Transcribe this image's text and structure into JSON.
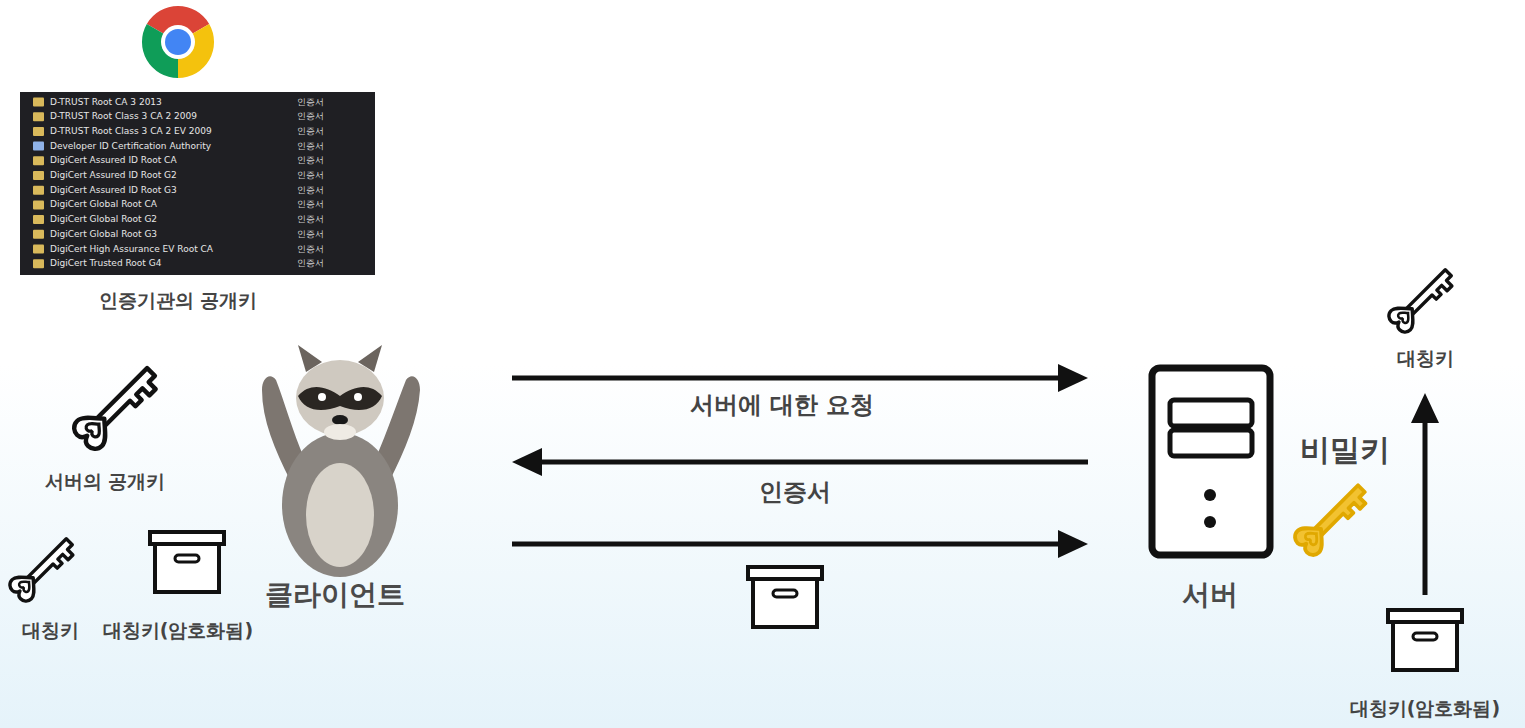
{
  "diagram": {
    "nodes": [
      {
        "text": [
          "클라이언트"
        ]
      },
      {
        "text": [
          "서버"
        ]
      }
    ],
    "edges": [
      {
        "from": 0,
        "to": 1,
        "arrow": "to",
        "label": "서버에 대한 요청"
      },
      {
        "from": 1,
        "to": 0,
        "arrow": "to",
        "label": "인증서"
      },
      {
        "from": 0,
        "to": 1,
        "arrow": "to"
      }
    ],
    "labels": [
      "D-TRUST Root CA 3 2013",
      "인증서",
      "D-TRUST Root Class 3 CA 2 2009",
      "인증서",
      "D-TRUST Root Class 3 CA 2 EV 2009",
      "인증서",
      "Developer ID Certification Authority",
      "인증서",
      "DigiCert Assured ID Root CA",
      "인증서",
      "DigiCert Assured ID Root G2",
      "인증서",
      "DigiCert Assured ID Root G3",
      "인증서",
      "DigiCert Global Root CA",
      "인증서",
      "DigiCert Global Root G2",
      "인증서",
      "DigiCert Global Root G3",
      "인증서",
      "DigiCert High Assurance EV Root CA",
      "인증서",
      "DigiCert Trusted Root G4",
      "인증서",
      "인증기관의 공개키",
      "서버의 공개키",
      "대칭키",
      "대칭키(암호화됨)",
      "비밀키",
      "대칭키",
      "대칭키(암호화됨)"
    ]
  }
}
